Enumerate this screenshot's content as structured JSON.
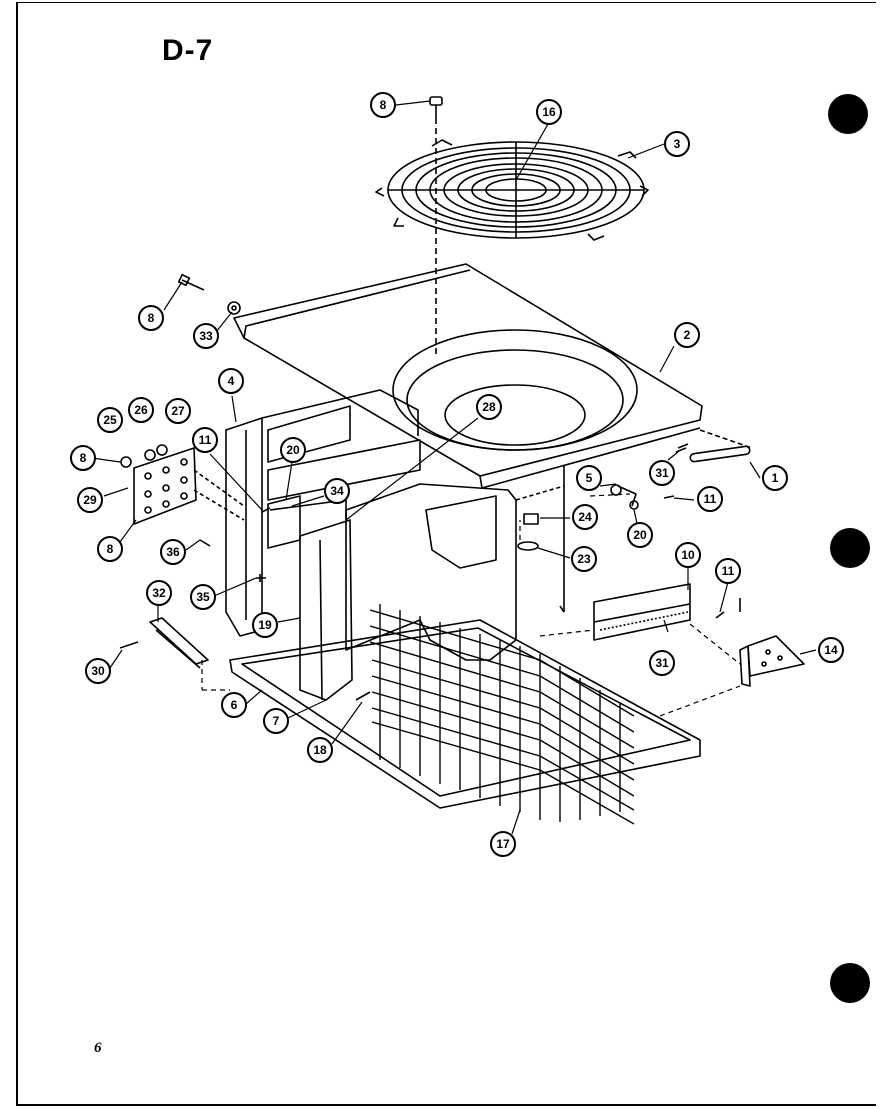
{
  "page": {
    "title": "D-7",
    "page_number": "6"
  },
  "callouts": [
    "8",
    "16",
    "3",
    "8",
    "33",
    "2",
    "4",
    "25",
    "26",
    "27",
    "11",
    "20",
    "28",
    "8",
    "29",
    "34",
    "5",
    "31",
    "1",
    "11",
    "24",
    "20",
    "8",
    "36",
    "23",
    "10",
    "11",
    "32",
    "35",
    "19",
    "30",
    "6",
    "7",
    "18",
    "31",
    "14",
    "17"
  ]
}
